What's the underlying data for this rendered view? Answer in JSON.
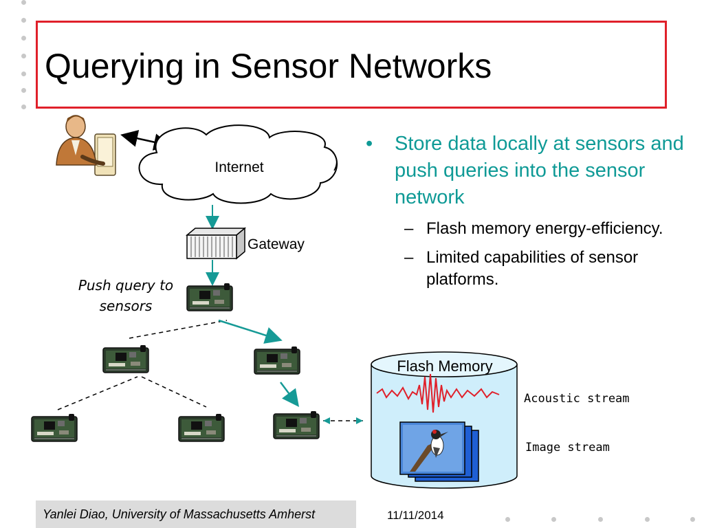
{
  "slide": {
    "title": "Querying in Sensor Networks"
  },
  "bullets": {
    "main": {
      "marker": "•",
      "text": "Store data locally at sensors and push queries into the sensor network"
    },
    "sub": [
      {
        "marker": "–",
        "text": "Flash memory energy-efficiency."
      },
      {
        "marker": "–",
        "text": "Limited capabilities of sensor platforms."
      }
    ]
  },
  "diagram": {
    "internet_label": "Internet",
    "gateway_label": "Gateway",
    "push_query_label": "Push query to sensors",
    "flash_memory_label": "Flash Memory",
    "acoustic_stream_label": "Acoustic stream",
    "image_stream_label": "Image stream",
    "icons": {
      "user": "user-at-computer-icon",
      "cloud": "cloud-icon",
      "gateway": "gateway-icon",
      "sensor": "sensor-mote-icon",
      "storage": "cylinder-storage-icon",
      "waveform": "acoustic-waveform-icon",
      "image": "woodpecker-photo-icon"
    },
    "colors": {
      "teal_arrow": "#169a96",
      "flash_fill": "#cfeefb",
      "waveform": "#e0202a",
      "title_border": "#e0202a"
    }
  },
  "footer": {
    "author": "Yanlei Diao, University of Massachusetts Amherst",
    "date": "11/11/2014"
  }
}
